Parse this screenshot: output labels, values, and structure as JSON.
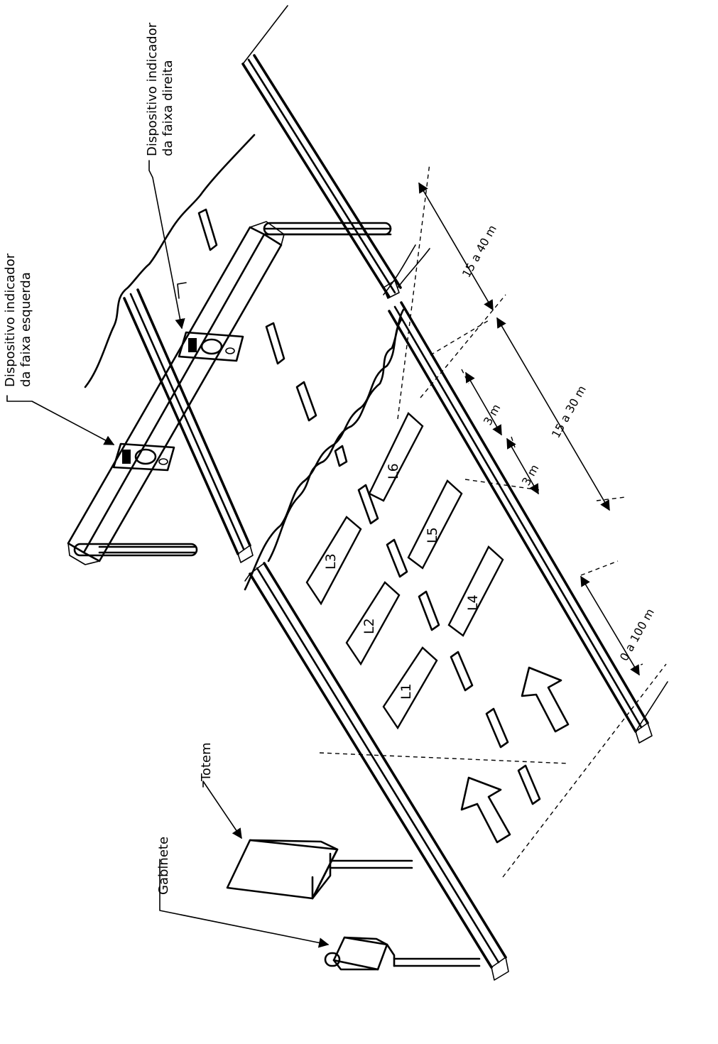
{
  "labels": {
    "left_indicator": [
      "Dispositivo indicador",
      "da faixa esquerda"
    ],
    "right_indicator": [
      "Dispositivo indicador",
      "da faixa direita"
    ],
    "totem": "Totem",
    "cabinet": "Gabinete",
    "dim_15_40": "15 a 40 m",
    "dim_15_30": "15 a 30 m",
    "dim_3m_a": "3 m",
    "dim_3m_b": "3 m",
    "dim_0_100": "0 a 100 m"
  },
  "loops": [
    "L1",
    "L2",
    "L3",
    "L4",
    "L5",
    "L6"
  ]
}
